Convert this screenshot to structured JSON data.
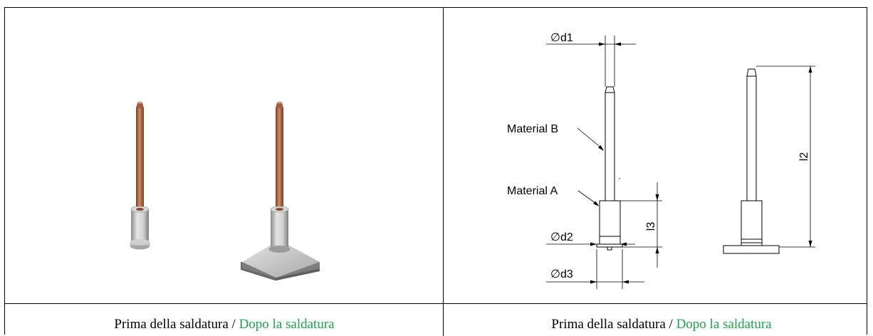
{
  "left_panel": {
    "caption": {
      "before": "Prima della saldatura",
      "separator": " / ",
      "after": "Dopo la saldatura"
    }
  },
  "right_panel": {
    "caption": {
      "before": "Prima della saldatura",
      "separator": " / ",
      "after": "Dopo la saldatura"
    },
    "labels": {
      "d1": "∅d1",
      "d2": "∅d2",
      "d3": "∅d3",
      "material_b": "Material B",
      "material_a": "Material A",
      "l2": "l2",
      "l3": "l3"
    }
  },
  "colors": {
    "caption_accent": "#1ea34a",
    "pin_copper": "#b86a4a",
    "sleeve_gray": "#c9c9c9"
  }
}
